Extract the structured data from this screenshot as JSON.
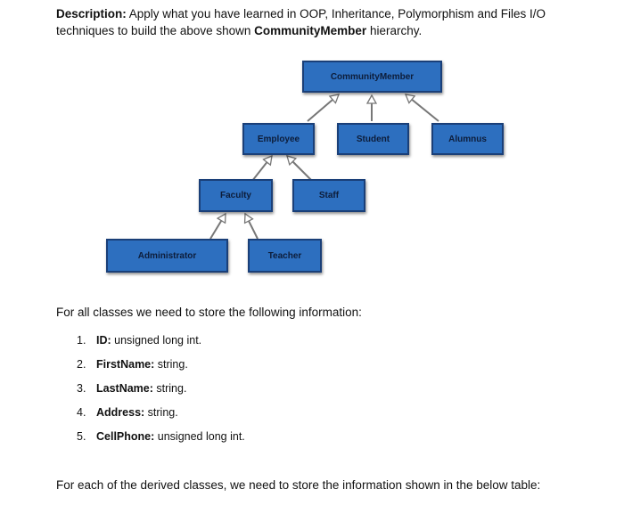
{
  "description": {
    "label": "Description:",
    "text_before": " Apply what you have learned in OOP, Inheritance, Polymorphism and Files I/O techniques to build the above shown ",
    "highlight": "CommunityMember",
    "text_after": " hierarchy."
  },
  "diagram": {
    "boxes": {
      "community_member": "CommunityMember",
      "employee": "Employee",
      "student": "Student",
      "alumnus": "Alumnus",
      "faculty": "Faculty",
      "staff": "Staff",
      "administrator": "Administrator",
      "teacher": "Teacher"
    },
    "colors": {
      "box_fill": "#2d6fbf",
      "box_border": "#1a3f78",
      "box_text": "#0d1d3a",
      "arrow": "#777777"
    }
  },
  "info_heading": "For all classes we need to store the following information:",
  "fields": [
    {
      "num": "1.",
      "name": "ID:",
      "type": " unsigned long int."
    },
    {
      "num": "2.",
      "name": "FirstName:",
      "type": " string."
    },
    {
      "num": "3.",
      "name": "LastName:",
      "type": " string."
    },
    {
      "num": "4.",
      "name": "Address:",
      "type": " string."
    },
    {
      "num": "5.",
      "name": "CellPhone:",
      "type": " unsigned long int."
    }
  ],
  "footer": "For each of the derived classes, we need to store the information shown in the below table:"
}
